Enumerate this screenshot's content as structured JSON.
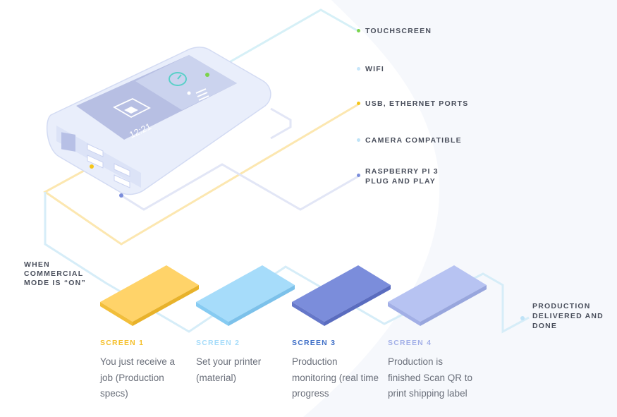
{
  "colors": {
    "yellow": "#FFD369",
    "light_blue": "#A6DCFA",
    "indigo": "#7B8DDB",
    "lavender": "#B7C3F2",
    "green": "#7BD34B",
    "text_dark": "#4a4f5c",
    "text_body": "#6a6f7a"
  },
  "device": {
    "screen_time": "12:21",
    "screen_icons": [
      "clock-icon",
      "box-icon",
      "bars-icon"
    ]
  },
  "features": [
    {
      "label": "TOUCHSCREEN",
      "dot_color": "#7BD34B"
    },
    {
      "label": "WIFI",
      "dot_color": "#C7E6FA"
    },
    {
      "label": "USB, ETHERNET PORTS",
      "dot_color": "#F5C518"
    },
    {
      "label": "CAMERA COMPATIBLE",
      "dot_color": "#BFE3F7"
    },
    {
      "label": "RASPBERRY PI 3\nPLUG AND PLAY",
      "dot_color": "#7B8DDB"
    }
  ],
  "mode_label": "WHEN\nCOMMERCIAL\nMODE IS “ON”",
  "delivered_label": "PRODUCTION\nDELIVERED AND\nDONE",
  "screens": [
    {
      "title": "SCREEN 1",
      "desc": "You just receive a job (Production specs)",
      "color": "#F5C02C"
    },
    {
      "title": "SCREEN 2",
      "desc": "Set your printer (material)",
      "color": "#A6DCFA"
    },
    {
      "title": "SCREEN 3",
      "desc": "Production monitoring (real time progress",
      "color": "#3F6FC7"
    },
    {
      "title": "SCREEN 4",
      "desc": "Production is finished Scan QR to print shipping label",
      "color": "#A3B0E8"
    }
  ]
}
